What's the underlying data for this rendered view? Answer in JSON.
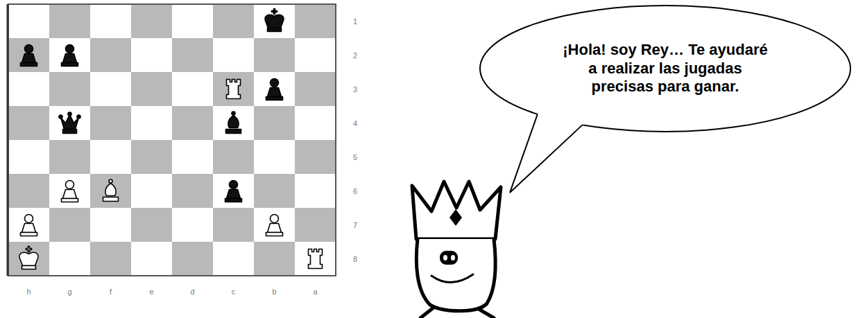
{
  "diagram": {
    "nodes": [
      {
        "text": [
          "¡Hola! soy Rey… Te ayudaré a realizar las jugadas precisas para ganar."
        ]
      }
    ],
    "labels": [
      "1",
      "2",
      "3",
      "4",
      "5",
      "6",
      "7",
      "8",
      "h",
      "g",
      "f",
      "e",
      "d",
      "c",
      "b",
      "a"
    ]
  }
}
